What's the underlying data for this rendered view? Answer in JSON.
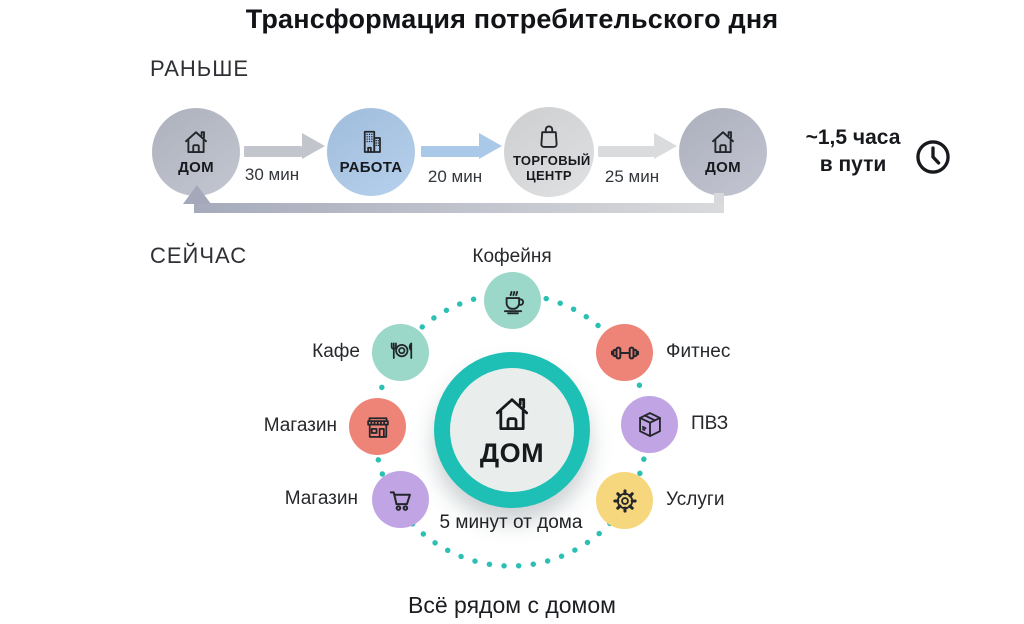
{
  "title": "Трансформация потребительского дня",
  "before": {
    "section_label": "РАНЬШЕ",
    "steps": [
      {
        "label": "ДОМ"
      },
      {
        "label": "РАБОТА"
      },
      {
        "label": "ТОРГОВЫЙ ЦЕНТР"
      },
      {
        "label": "ДОМ"
      }
    ],
    "durations": [
      "30 мин",
      "20 мин",
      "25 мин"
    ],
    "total": {
      "line1": "~1,5 часа",
      "line2": "в пути"
    }
  },
  "now": {
    "section_label": "СЕЙЧАС",
    "center": {
      "label": "ДОМ",
      "note": "5 минут от дома"
    },
    "satellites": [
      {
        "label": "Кофейня"
      },
      {
        "label": "Кафе"
      },
      {
        "label": "Фитнес"
      },
      {
        "label": "Магазин"
      },
      {
        "label": "ПВЗ"
      },
      {
        "label": "Магазин"
      },
      {
        "label": "Услуги"
      }
    ]
  },
  "footer": "Всё рядом с домом",
  "palette": {
    "step_home1": "#b8bcc8",
    "step_work": "#a9c8e9",
    "step_mall": "#d9dbdd",
    "step_home2": "#b7bac8",
    "arrow1": "#c2c5cb",
    "arrow2": "#aac9e9",
    "arrow3": "#d9dbdd",
    "return_dark": "#a6abbc",
    "return_light": "#d9dadc",
    "teal_ring": "#1ec0b5",
    "center_inner": "#e9eeec",
    "dotted_ring": "#2cc0b4",
    "mint": "#9bd8ca",
    "coral": "#ee8477",
    "purple": "#c0a4e3",
    "yellow": "#f6d77e"
  }
}
